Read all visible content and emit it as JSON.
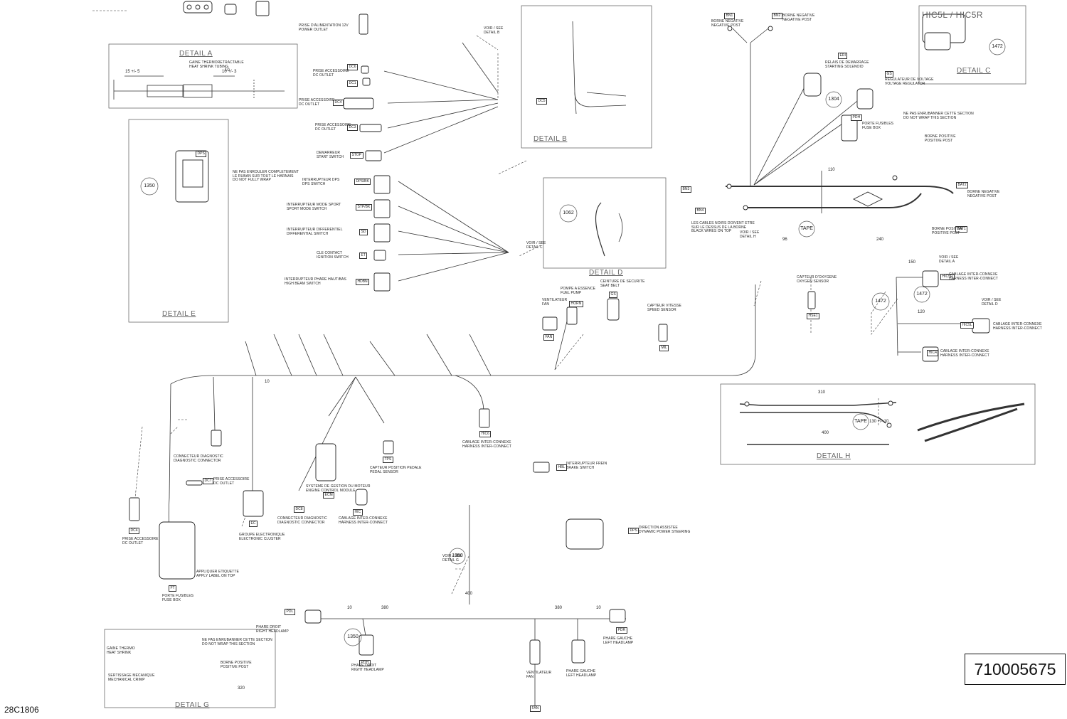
{
  "part_number": "710005675",
  "drawing_code": "28C1806",
  "details": {
    "a": "DETAIL A",
    "b": "DETAIL B",
    "c": "DETAIL C",
    "d": "DETAIL D",
    "e": "DETAIL E",
    "g": "DETAIL G",
    "h": "DETAIL H",
    "hic": "HIC5L / HIC5R"
  },
  "callouts": {
    "c1": "1350",
    "c2": "1304",
    "c3": "1062",
    "c4": "1472",
    "c5": "1472",
    "c6": "1472",
    "c7": "1350",
    "c8": "1350",
    "c9": "TAPE",
    "c10": "TAPE"
  },
  "dimensions": {
    "d1": "110",
    "d2": "96",
    "d3": "240",
    "d4": "310",
    "d5": "400",
    "d6": "130 +/- 10",
    "d7": "10",
    "d8": "380",
    "d9": "10",
    "d10": "380",
    "d11": "10",
    "d12": "150",
    "d13": "120",
    "d14": "10",
    "d15": "400",
    "d16": "320",
    "d17": "15 +/- 5",
    "d18": "10 +/- 3"
  },
  "tags": {
    "t1": "DC6",
    "t2": "DC1",
    "t3": "DC4",
    "t4": "DC3",
    "t5": "STOP",
    "t6": "DPS/BK",
    "t7": "STP/BK",
    "t8": "SD",
    "t9": "ET",
    "t10": "HDBN",
    "t11": "DPS",
    "t12": "BN1",
    "t13": "BN2",
    "t14": "BN3",
    "t15": "BN4",
    "t16": "BAT2",
    "t17": "DC5",
    "t18": "ERI",
    "t19": "HIC5R",
    "t20": "HIC5L",
    "t21": "HIC4",
    "t22": "GS",
    "t23": "HSE1",
    "t24": "ECM",
    "t25": "HIC",
    "t26": "TPS",
    "t27": "HBL",
    "t28": "DPS",
    "t29": "DC7",
    "t30": "DC8",
    "t31": "EC",
    "t32": "DC4",
    "t33": "FT",
    "t34": "PDL",
    "t35": "PDR",
    "t36": "FAN",
    "t37": "PDH",
    "t38": "GS",
    "t39": "HIC6",
    "t40": "FAN",
    "t41": "BAT1",
    "t42": "PDH",
    "t43": "HORN",
    "t44": "MIL"
  },
  "labels": {
    "l1": "PRISE D'ALIMENTATION 12V\nPOWER OUTLET",
    "l2": "PRISE ACCESSOIRE\nDC OUTLET",
    "l3": "PRISE ACCESSOIRE\nDC OUTLET",
    "l4": "PRISE ACCESSOIRE\nDC OUTLET",
    "l5": "DEMARREUR\nSTART SWITCH",
    "l6": "INTERRUPTEUR DPS\nDPS SWITCH",
    "l7": "INTERRUPTEUR MODE SPORT\nSPORT MODE SWITCH",
    "l8": "INTERRUPTEUR DIFFERENTIEL\nDIFFERENTIAL SWITCH",
    "l9": "CLE CONTACT\nIGNITION SWITCH",
    "l10": "INTERRUPTEUR PHARE HAUT/BAS\nHIGH BEAM SWITCH",
    "l11": "NE PAS ENROULER COMPLETEMENT\nLE RUBAN SUR TOUT LE HARNAIS\nDO NOT FULLY WRAP",
    "l12": "GAINE THERMORETRACTABLE\nHEAT SHRINK TUBING",
    "l13": "BORNE NEGATIVE\nNEGATIVE POST",
    "l14": "BORNE NEGATIVE\nNEGATIVE POST",
    "l15": "RELAIS DE DEMARRAGE\nSTARTING SOLENOID",
    "l16": "REGULATEUR DE VOLTAGE\nVOLTAGE REGULATOR",
    "l17": "PORTE FUSIBLES\nFUSE BOX",
    "l18": "NE PAS ENRUBANNER CETTE SECTION\nDO NOT WRAP THIS SECTION",
    "l19": "BORNE POSITIVE\nPOSITIVE POST",
    "l20": "BORNE NEGATIVE\nNEGATIVE POST",
    "l21": "BORNE POSITIVE\nPOSITIVE POST",
    "l22": "LES CABLES NOIRS DOIVENT ETRE\nSUR LE DESSUS DE LA BORNE\nBLACK WIRES ON TOP",
    "l23": "CAPTEUR D'OXYGENE\nOXYGEN SENSOR",
    "l24": "CABLAGE INTER-CONNEXE\nHARNESS INTER-CONNECT",
    "l25": "CABLAGE INTER-CONNEXE\nHARNESS INTER-CONNECT",
    "l26": "CABLAGE INTER-CONNEXE\nHARNESS INTER-CONNECT",
    "l27": "POMPE A ESSENCE\nFUEL PUMP",
    "l28": "CEINTURE DE SECURITE\nSEAT BELT",
    "l29": "CAPTEUR VITESSE\nSPEED SENSOR",
    "l30": "VENTILATEUR\nFAN",
    "l31": "CABLAGE INTER-CONNEXE\nHARNESS INTER-CONNECT",
    "l32": "INTERRUPTEUR FREIN\nBRAKE SWITCH",
    "l33": "DIRECTION ASSISTEE\nDYNAMIC POWER STEERING",
    "l34": "SYSTEME DE GESTION DU MOTEUR\nENGINE CONTROL MODULE",
    "l35": "CABLAGE INTER-CONNEXE\nHARNESS INTER-CONNECT",
    "l36": "CAPTEUR POSITION PEDALE\nPEDAL SENSOR",
    "l37": "CONNECTEUR DIAGNOSTIC\nDIAGNOSTIC CONNECTOR",
    "l38": "CONNECTEUR DIAGNOSTIC\nDIAGNOSTIC CONNECTOR",
    "l39": "PRISE ACCESSOIRE\nDC OUTLET",
    "l40": "GROUPE ELECTRONIQUE\nELECTRONIC CLUSTER",
    "l41": "PRISE ACCESSOIRE\nDC OUTLET",
    "l42": "APPLIQUER ETIQUETTE\nAPPLY LABEL ON TOP",
    "l43": "PORTE FUSIBLES\nFUSE BOX",
    "l44": "PHARE DROIT\nRIGHT HEADLAMP",
    "l45": "PHARE GAUCHE\nLEFT HEADLAMP",
    "l46": "PHARE DROIT\nRIGHT HEADLAMP",
    "l47": "VENTILATEUR\nFAN",
    "l48": "PHARE GAUCHE\nLEFT HEADLAMP",
    "l49": "GAINE THERMO\nHEAT SHRINK",
    "l50": "NE PAS ENRUBANNER CETTE SECTION\nDO NOT WRAP THIS SECTION",
    "l51": "BORNE POSITIVE\nPOSITIVE POST",
    "l52": "SERTISSAGE MECANIQUE\nMECHANICAL CRIMP"
  },
  "notes": {
    "n1": "VOIR / SEE\nDETAIL B",
    "n2": "VOIR / SEE\nDETAIL C",
    "n3": "VOIR / SEE\nDETAIL G",
    "n4": "VOIR / SEE\nDETAIL H",
    "n5": "VOIR / SEE\nDETAIL A",
    "n6": "VOIR / SEE\nDETAIL D"
  }
}
